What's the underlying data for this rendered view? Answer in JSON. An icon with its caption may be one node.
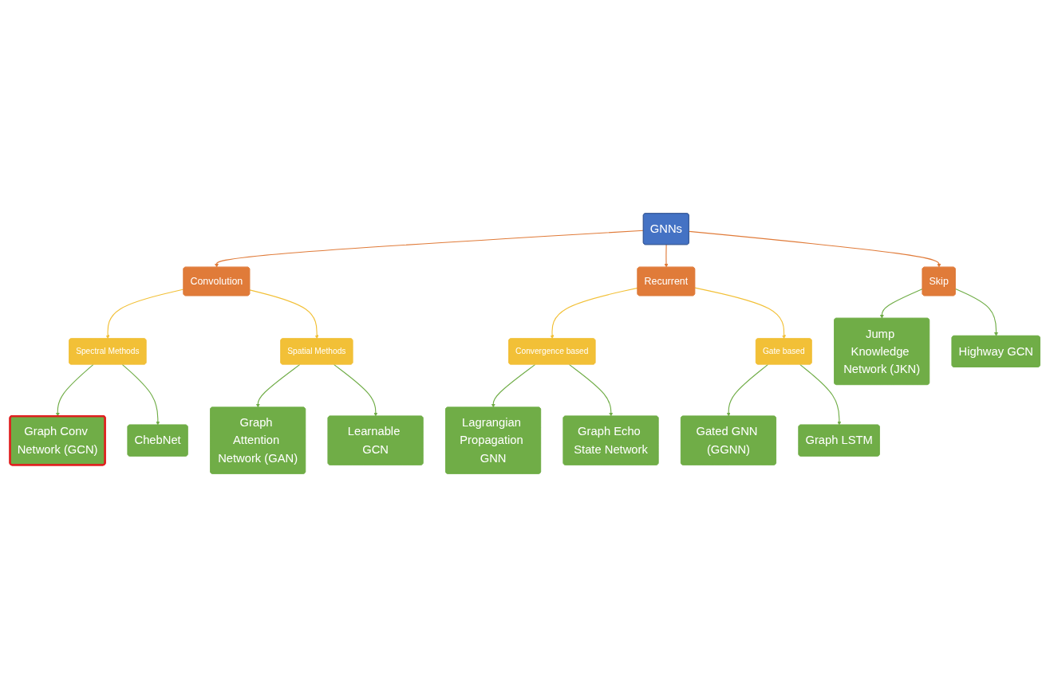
{
  "diagram": {
    "nodes": [
      {
        "text": [
          "GNNs"
        ]
      },
      {
        "text": [
          "Convolution"
        ]
      },
      {
        "text": [
          "Recurrent"
        ]
      },
      {
        "text": [
          "Skip"
        ]
      },
      {
        "text": [
          "Spectral Methods"
        ]
      },
      {
        "text": [
          "Graph Conv Network (GCN)"
        ]
      },
      {
        "text": [
          "ChebNet"
        ]
      },
      {
        "text": [
          "Spatial Methods"
        ]
      },
      {
        "text": [
          "Graph Attention Network (GAN)"
        ]
      },
      {
        "text": [
          "Learnable GCN"
        ]
      },
      {
        "text": [
          "Convergence based"
        ]
      },
      {
        "text": [
          "Lagrangian Propagation GNN"
        ]
      },
      {
        "text": [
          "Graph Echo State Network"
        ]
      },
      {
        "text": [
          "Gate based"
        ]
      },
      {
        "text": [
          "Gated GNN (GGNN)"
        ]
      },
      {
        "text": [
          "Graph LSTM"
        ]
      },
      {
        "text": [
          "Jump Knowledge Network (JKN)"
        ]
      },
      {
        "text": [
          "Highway GCN"
        ]
      }
    ],
    "edges": [
      {
        "from": 0,
        "to": 1,
        "arrow": "to",
        "color": "#e07b39"
      },
      {
        "from": 0,
        "to": 2,
        "arrow": "to",
        "color": "#e07b39"
      },
      {
        "from": 0,
        "to": 3,
        "arrow": "to",
        "color": "#e07b39"
      },
      {
        "from": 1,
        "to": 4,
        "arrow": "to",
        "color": "#f2c037"
      },
      {
        "from": 1,
        "to": 7,
        "arrow": "to",
        "color": "#f2c037"
      },
      {
        "from": 4,
        "to": 5,
        "arrow": "to"
      },
      {
        "from": 4,
        "to": 6,
        "arrow": "to"
      },
      {
        "from": 7,
        "to": 8,
        "arrow": "to"
      },
      {
        "from": 7,
        "to": 9,
        "arrow": "to"
      },
      {
        "from": 2,
        "to": 10,
        "arrow": "to",
        "color": "#f2c037"
      },
      {
        "from": 2,
        "to": 13,
        "arrow": "to",
        "color": "#f2c037"
      },
      {
        "from": 10,
        "to": 11,
        "arrow": "to"
      },
      {
        "from": 10,
        "to": 12,
        "arrow": "to"
      },
      {
        "from": 13,
        "to": 14,
        "arrow": "to"
      },
      {
        "from": 13,
        "to": 15,
        "arrow": "to"
      },
      {
        "from": 3,
        "to": 16,
        "arrow": "to"
      },
      {
        "from": 3,
        "to": 17,
        "arrow": "to"
      }
    ]
  }
}
